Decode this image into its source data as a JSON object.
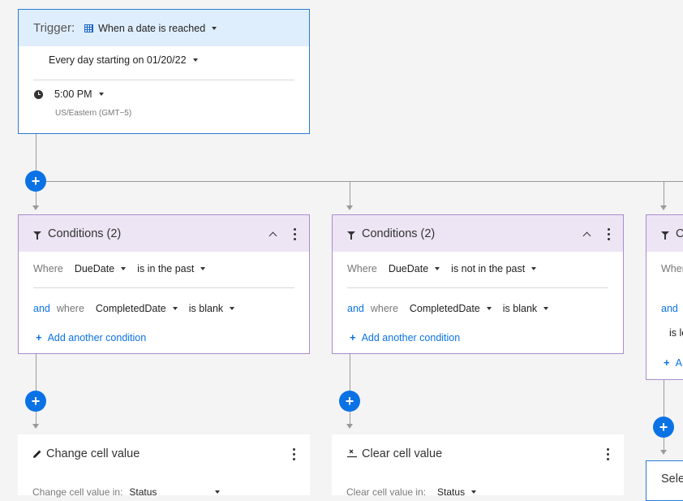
{
  "trigger": {
    "label": "Trigger:",
    "value": "When a date is reached",
    "schedule": "Every day starting on 01/20/22",
    "time": "5:00 PM",
    "timezone": "US/Eastern (GMT−5)"
  },
  "add_symbol": "+",
  "branches": [
    {
      "conditions": {
        "title": "Conditions (2)",
        "row1": {
          "where": "Where",
          "field": "DueDate",
          "op": "is in the past"
        },
        "row2": {
          "and": "and",
          "where": "where",
          "field": "CompletedDate",
          "op": "is blank"
        },
        "add_condition": "Add another condition"
      },
      "action": {
        "title": "Change cell value",
        "sub_label": "Change cell value in:",
        "sub_value": "Status"
      }
    },
    {
      "conditions": {
        "title": "Conditions (2)",
        "row1": {
          "where": "Where",
          "field": "DueDate",
          "op": "is not in the past"
        },
        "row2": {
          "and": "and",
          "where": "where",
          "field": "CompletedDate",
          "op": "is blank"
        },
        "add_condition": "Add another condition"
      },
      "action": {
        "title": "Clear cell value",
        "sub_label": "Clear cell value in:",
        "sub_value": "Status"
      }
    },
    {
      "conditions": {
        "title": "C",
        "row1": {
          "where": "Wher"
        },
        "row2": {
          "and": "and"
        },
        "row3": "is le",
        "add_condition": "A"
      },
      "action": {
        "title": "Sele"
      }
    }
  ]
}
